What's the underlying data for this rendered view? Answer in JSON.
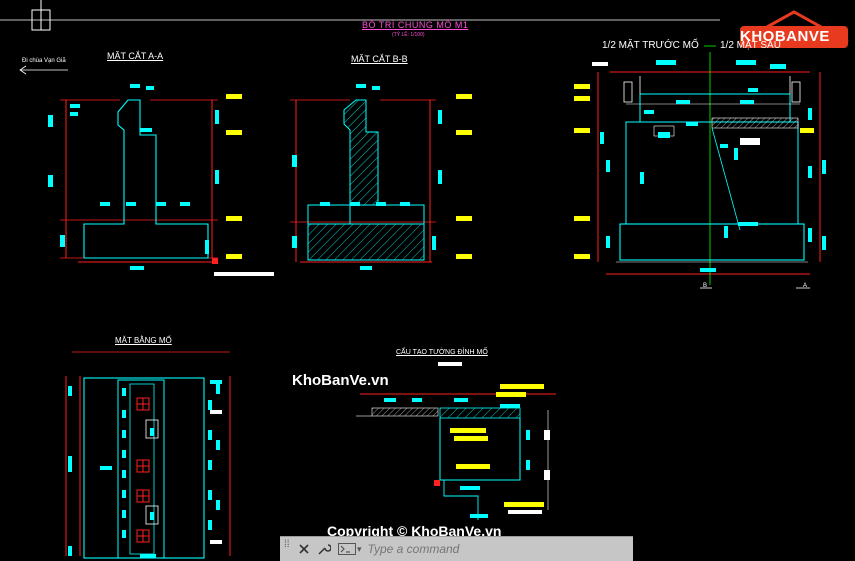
{
  "drawing": {
    "main_title": "BỐ TRÍ CHUNG MỐ M1",
    "scale_note": "(TỶ LỆ: 1/100)",
    "direction_note": "Đi chùa Vạn Giã",
    "sections": {
      "a_a": "MẶT CẮT A-A",
      "b_b": "MẶT CẮT B-B",
      "front_half": "1/2 MẶT TRƯỚC MỐ",
      "side_half": "1/2 MẶT SAU",
      "plan": "MẶT BẰNG MỐ",
      "wall_detail": "CẤU TẠO TƯỜNG ĐỈNH MỐ"
    },
    "markers": {
      "b": "B",
      "a": "A"
    }
  },
  "watermark": {
    "site": "KhoBanVe.vn",
    "copyright": "Copyright © KhoBanVe.vn"
  },
  "logo": {
    "text": "KHOBANVE"
  },
  "command_line": {
    "placeholder": "Type a command",
    "close_icon": "close-icon",
    "settings_icon": "wrench-icon",
    "prompt_icon": "command-prompt-icon"
  },
  "colors": {
    "background": "#000000",
    "cyan": "#00ffff",
    "red": "#ff2020",
    "yellow": "#ffff00",
    "magenta": "#ff4fd8",
    "white": "#ffffff"
  }
}
